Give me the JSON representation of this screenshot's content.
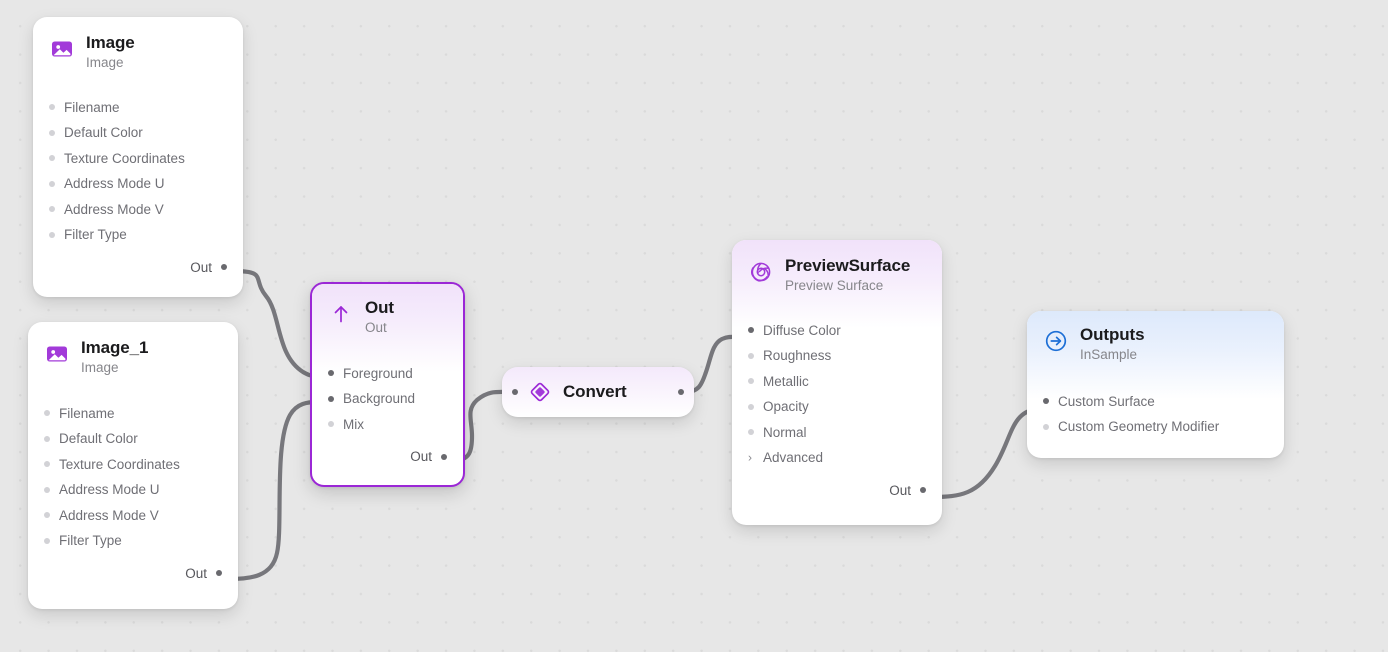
{
  "canvas": {
    "background_color": "#e7e7e7",
    "dot_color": "#dadada",
    "wire_color": "#77777c",
    "accent_purple": "#9b27d6",
    "accent_blue": "#1d6fd6"
  },
  "nodes": [
    {
      "id": "image",
      "title": "Image",
      "subtitle": "Image",
      "icon": "image-icon",
      "accent": "purple",
      "selected": false,
      "header_tint": false,
      "inputs": [
        {
          "label": "Filename",
          "connected": false
        },
        {
          "label": "Default Color",
          "connected": false
        },
        {
          "label": "Texture Coordinates",
          "connected": false
        },
        {
          "label": "Address Mode U",
          "connected": false
        },
        {
          "label": "Address Mode V",
          "connected": false
        },
        {
          "label": "Filter Type",
          "connected": false
        }
      ],
      "outputs": [
        {
          "label": "Out",
          "connected": true
        }
      ]
    },
    {
      "id": "image_1",
      "title": "Image_1",
      "subtitle": "Image",
      "icon": "image-icon",
      "accent": "purple",
      "selected": false,
      "header_tint": false,
      "inputs": [
        {
          "label": "Filename",
          "connected": false
        },
        {
          "label": "Default Color",
          "connected": false
        },
        {
          "label": "Texture Coordinates",
          "connected": false
        },
        {
          "label": "Address Mode U",
          "connected": false
        },
        {
          "label": "Address Mode V",
          "connected": false
        },
        {
          "label": "Filter Type",
          "connected": false
        }
      ],
      "outputs": [
        {
          "label": "Out",
          "connected": true
        }
      ]
    },
    {
      "id": "out",
      "title": "Out",
      "subtitle": "Out",
      "icon": "arrow-up-icon",
      "accent": "purple",
      "selected": true,
      "header_tint": true,
      "inputs": [
        {
          "label": "Foreground",
          "connected": true
        },
        {
          "label": "Background",
          "connected": true
        },
        {
          "label": "Mix",
          "connected": false
        }
      ],
      "outputs": [
        {
          "label": "Out",
          "connected": true
        }
      ]
    },
    {
      "id": "convert",
      "title": "Convert",
      "icon": "diamond-icon",
      "accent": "purple",
      "compact": true,
      "selected": false,
      "inputs": [
        {
          "label": "",
          "connected": true
        }
      ],
      "outputs": [
        {
          "label": "",
          "connected": true
        }
      ]
    },
    {
      "id": "preview_surface",
      "title": "PreviewSurface",
      "subtitle": "Preview Surface",
      "icon": "aperture-icon",
      "accent": "purple",
      "selected": false,
      "header_tint": true,
      "inputs": [
        {
          "label": "Diffuse Color",
          "connected": true
        },
        {
          "label": "Roughness",
          "connected": false
        },
        {
          "label": "Metallic",
          "connected": false
        },
        {
          "label": "Opacity",
          "connected": false
        },
        {
          "label": "Normal",
          "connected": false
        },
        {
          "label": "Advanced",
          "connected": false,
          "expandable": true,
          "expanded": false
        }
      ],
      "outputs": [
        {
          "label": "Out",
          "connected": true
        }
      ]
    },
    {
      "id": "outputs",
      "title": "Outputs",
      "subtitle": "InSample",
      "icon": "arrow-right-circle-icon",
      "accent": "blue",
      "selected": false,
      "header_tint": true,
      "inputs": [
        {
          "label": "Custom Surface",
          "connected": true
        },
        {
          "label": "Custom Geometry Modifier",
          "connected": false
        }
      ],
      "outputs": []
    }
  ],
  "connections": [
    {
      "from": "image.Out",
      "to": "out.Foreground"
    },
    {
      "from": "image_1.Out",
      "to": "out.Background"
    },
    {
      "from": "out.Out",
      "to": "convert.in"
    },
    {
      "from": "convert.out",
      "to": "preview_surface.Diffuse Color"
    },
    {
      "from": "preview_surface.Out",
      "to": "outputs.Custom Surface"
    }
  ]
}
